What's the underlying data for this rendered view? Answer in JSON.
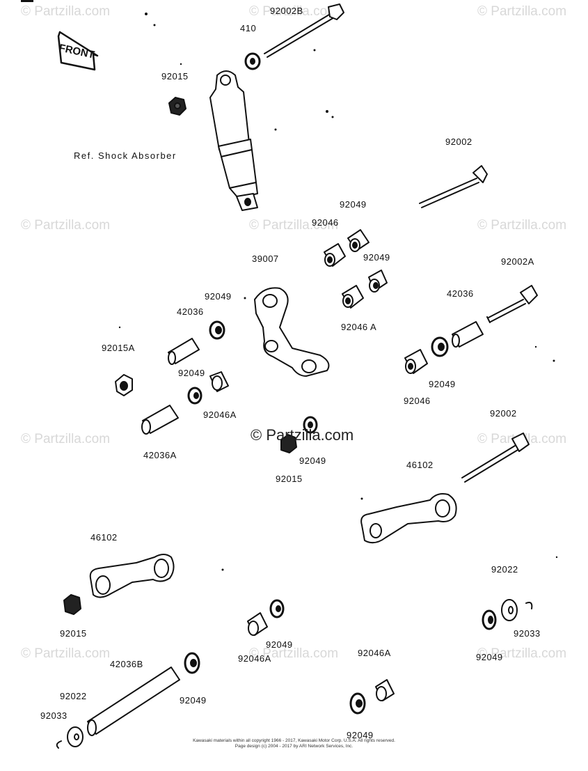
{
  "watermark": "© Partzilla.com",
  "diagram": {
    "front_label": "FRONT",
    "assembly_label": "Ref. Shock Absorber",
    "part_labels": [
      {
        "id": "92002B",
        "text": "92002B"
      },
      {
        "id": "410",
        "text": "410"
      },
      {
        "id": "92015_top",
        "text": "92015"
      },
      {
        "id": "92002_upper",
        "text": "92002"
      },
      {
        "id": "92049_a",
        "text": "92049"
      },
      {
        "id": "92046_a",
        "text": "92046"
      },
      {
        "id": "39007",
        "text": "39007"
      },
      {
        "id": "92049_b",
        "text": "92049"
      },
      {
        "id": "92002A",
        "text": "92002A"
      },
      {
        "id": "42036_right",
        "text": "42036"
      },
      {
        "id": "92049_c",
        "text": "92049"
      },
      {
        "id": "42036_left",
        "text": "42036"
      },
      {
        "id": "92046A_a",
        "text": "92046 A"
      },
      {
        "id": "92015A",
        "text": "92015A"
      },
      {
        "id": "92049_d",
        "text": "92049"
      },
      {
        "id": "92049_e",
        "text": "92049"
      },
      {
        "id": "92046_b",
        "text": "92046"
      },
      {
        "id": "92046A_b",
        "text": "92046A"
      },
      {
        "id": "92002_lower",
        "text": "92002"
      },
      {
        "id": "42036A",
        "text": "42036A"
      },
      {
        "id": "92049_f",
        "text": "92049"
      },
      {
        "id": "92015_mid",
        "text": "92015"
      },
      {
        "id": "46102_right",
        "text": "46102"
      },
      {
        "id": "46102_left",
        "text": "46102"
      },
      {
        "id": "92022_right",
        "text": "92022"
      },
      {
        "id": "92015_low",
        "text": "92015"
      },
      {
        "id": "92049_g",
        "text": "92049"
      },
      {
        "id": "92033_right",
        "text": "92033"
      },
      {
        "id": "92046A_c",
        "text": "92046A"
      },
      {
        "id": "42036B",
        "text": "42036B"
      },
      {
        "id": "92046A_d",
        "text": "92046A"
      },
      {
        "id": "92049_h",
        "text": "92049"
      },
      {
        "id": "92049_i",
        "text": "92049"
      },
      {
        "id": "92022_left",
        "text": "92022"
      },
      {
        "id": "92033_left",
        "text": "92033"
      },
      {
        "id": "92049_j",
        "text": "92049"
      }
    ]
  },
  "footer": {
    "line1": "Kawasaki materials within all copyright 1966 - 2017, Kawasaki Motor Corp. U.S.A. All rights reserved.",
    "line2": "Page design (c) 2004 - 2017 by ARI Network Services, Inc."
  }
}
